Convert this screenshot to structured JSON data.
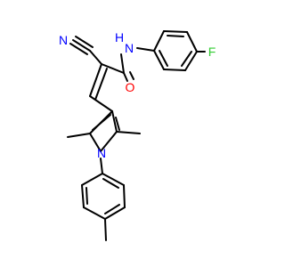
{
  "molecule": {
    "atoms": {
      "nitrile_n": "N",
      "amide_n": "N",
      "amide_h": "H",
      "fluorine": "F",
      "carbonyl_o": "O",
      "pyrrole_n": "N"
    },
    "colors": {
      "bond": "#000000",
      "carbon": "#000000",
      "nitrogen": "#0000ff",
      "oxygen": "#ff0000",
      "fluorine": "#33cc33"
    }
  }
}
